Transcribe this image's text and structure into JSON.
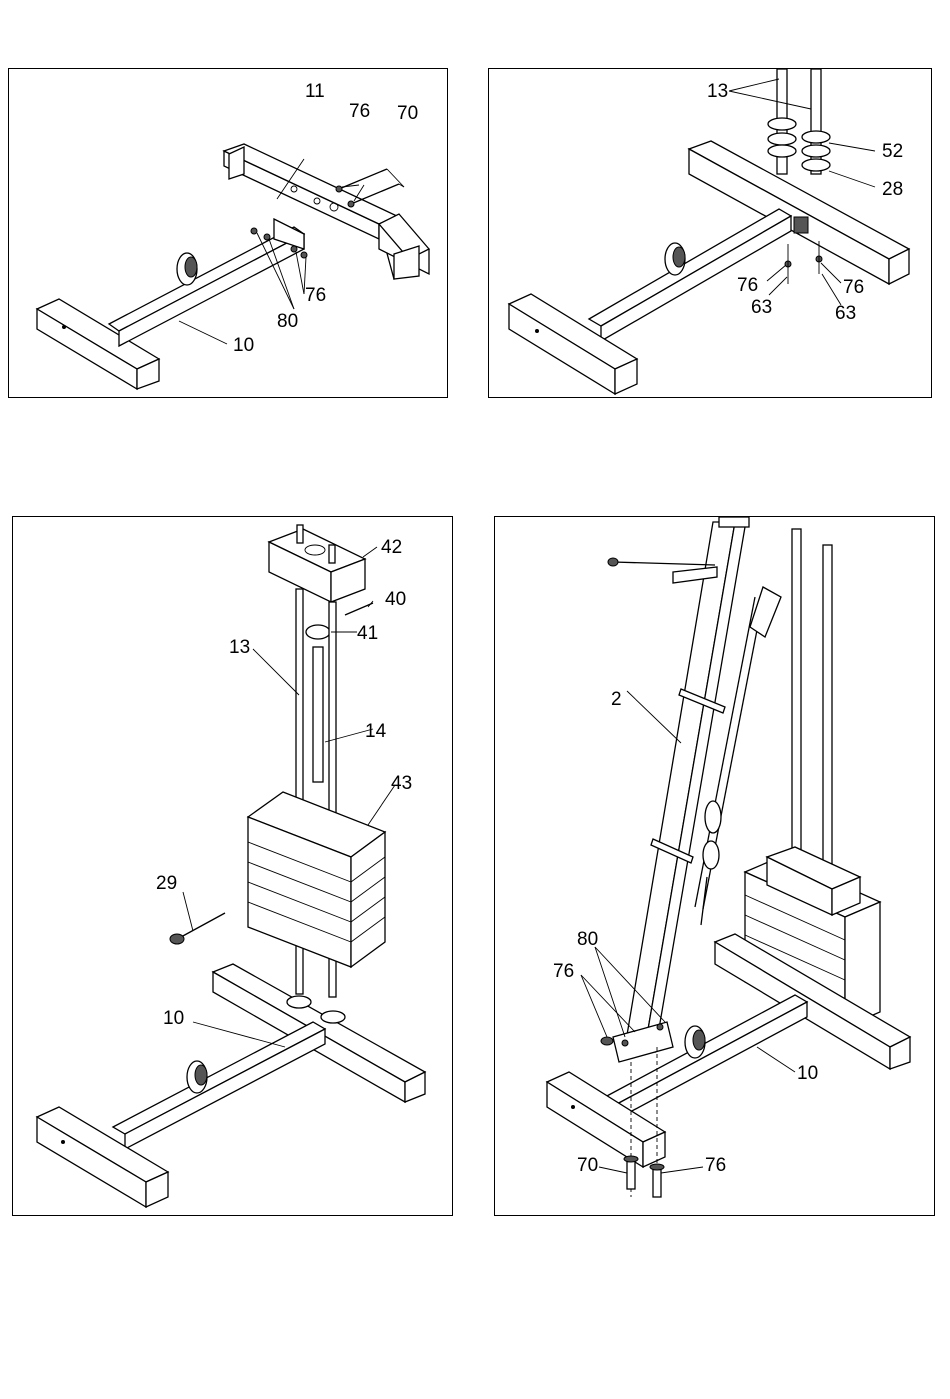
{
  "panels": [
    {
      "id": "step1",
      "labels": {
        "frame_front": "10",
        "frame_rear": "11",
        "washer": "76",
        "bolt": "70",
        "washer_lower": "76",
        "nut": "80"
      }
    },
    {
      "id": "step2",
      "labels": {
        "guide_rods": "13",
        "bumper": "52",
        "spacer": "28",
        "washer_left": "76",
        "screw_left": "63",
        "washer_right": "76",
        "screw_right": "63"
      }
    },
    {
      "id": "step3",
      "labels": {
        "top_plate": "42",
        "pin": "40",
        "collar": "41",
        "guide_rod": "13",
        "selector_stem": "14",
        "weight_stack": "43",
        "selector_pin": "29",
        "base_frame": "10"
      }
    },
    {
      "id": "step4",
      "labels": {
        "upright": "2",
        "nut": "80",
        "washer": "76",
        "base_frame": "10",
        "bolt": "70",
        "washer_bottom": "76"
      }
    }
  ]
}
